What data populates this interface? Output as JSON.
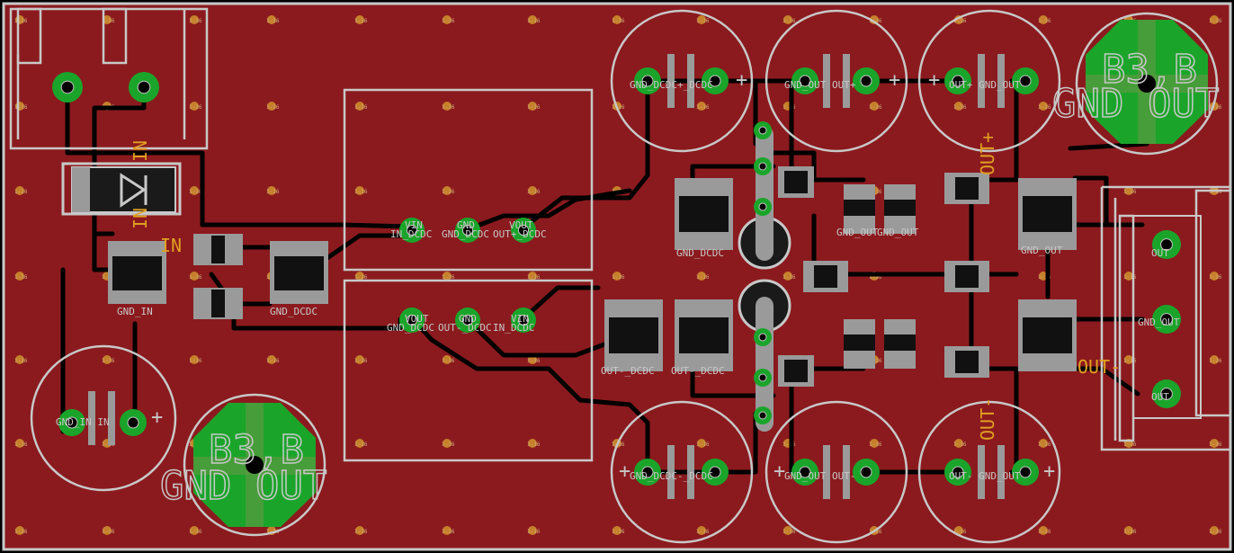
{
  "colors": {
    "board": "#8b1a1e",
    "edge": "#c8c8c8",
    "trace": "#000000",
    "pad": "#1aa52a",
    "smd": "#9a9a9a",
    "body": "#111111",
    "silk": "#c8c8c8",
    "via": "#c6802a",
    "label_orange": "#e0a020"
  },
  "via_label": "1-16",
  "labels": {
    "b3b_top": "B3,B",
    "gnd_out_top": "GND OUT",
    "b3b_bottom": "B3,B",
    "gnd_out_bottom": "GND OUT",
    "in_vertical": "IN",
    "in_vertical2": "IN",
    "in_side": "IN",
    "out_plus": "OUT+",
    "out_minus": "OUT-",
    "out_minus_right": "OUT-",
    "plus": "+",
    "dcdc1_pins": [
      "VIN",
      "GND",
      "VOUT"
    ],
    "dcdc1_nets": [
      "IN_DCDC",
      "GND_DCDC",
      "OUT+_DCDC"
    ],
    "dcdc2_pins": [
      "VOUT",
      "GND",
      "VIN"
    ],
    "dcdc2_nets": [
      "GND_DCDC",
      "OUT-_DCDC",
      "IN_DCDC"
    ],
    "cap_tl": "GND_DCDC+_DCDC",
    "cap_tm": "GND_OUT OUT+",
    "cap_tr": "OUT+ GND_OUT",
    "cap_bl": "GND_DCDC-_DCDC",
    "cap_bm": "GND_OUT OUT-",
    "cap_br": "OUT- GND_OUT",
    "cap_in": "GND_IN IN",
    "smd_gnd_in": "GND_IN",
    "smd_gnd_dcdc": "GND_DCDC",
    "smd_gnd_dcdc2": "GND_DCDC",
    "smd_out_dcdc_a": "OUT-_DCDC",
    "smd_out_dcdc_b": "OUT-_DCDC",
    "smd_gnd_out_a": "GND_OUT",
    "smd_gnd_out_b": "GND_OUT",
    "smd_gnd_out_c": "GND_OUT",
    "conn_out1": "OUT",
    "conn_out2": "GND_OUT",
    "conn_out3": "OUT"
  }
}
